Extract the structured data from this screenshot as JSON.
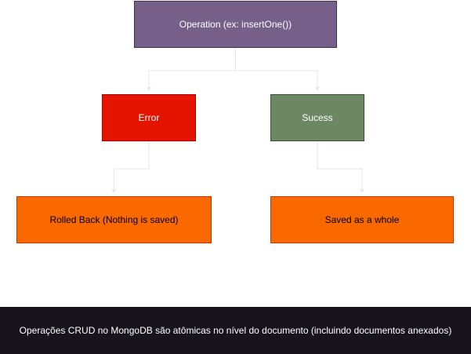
{
  "nodes": {
    "root": "Operation (ex: insertOne())",
    "error": "Error",
    "success": "Sucess",
    "rolled_back": "Rolled Back (Nothing is saved)",
    "saved": "Saved as a whole"
  },
  "footer": {
    "caption": "Operações CRUD no MongoDB são atômicas no nível do documento (incluindo documentos anexados)"
  },
  "colors": {
    "root_fill": "#76608a",
    "error_fill": "#e51400",
    "success_fill": "#6d8764",
    "outcome_fill": "#fa6800",
    "footer_fill": "#18141d",
    "connector": "#e6e6e6"
  }
}
